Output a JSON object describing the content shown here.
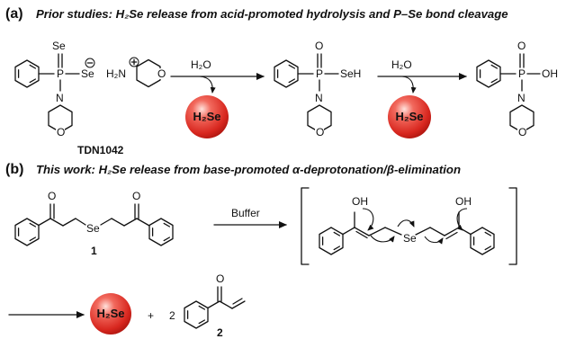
{
  "panel_a": {
    "label": "(a)",
    "title": "Prior studies: H₂Se release from acid-promoted hydrolysis and P–Se bond cleavage",
    "compound_label": "TDN1042",
    "reagent_1": "H₂O",
    "reagent_2": "H₂O",
    "product_1": "H₂Se",
    "product_2": "H₂Se"
  },
  "panel_b": {
    "label": "(b)",
    "title": "This work: H₂Se release from base-promoted α-deprotonation/β-elimination",
    "compound_1_label": "1",
    "reagent": "Buffer",
    "product": "H₂Se",
    "plus": "+",
    "coefficient": "2",
    "compound_2_label": "2"
  },
  "colors": {
    "release_ball": "#e0332b",
    "ink": "#111111"
  }
}
